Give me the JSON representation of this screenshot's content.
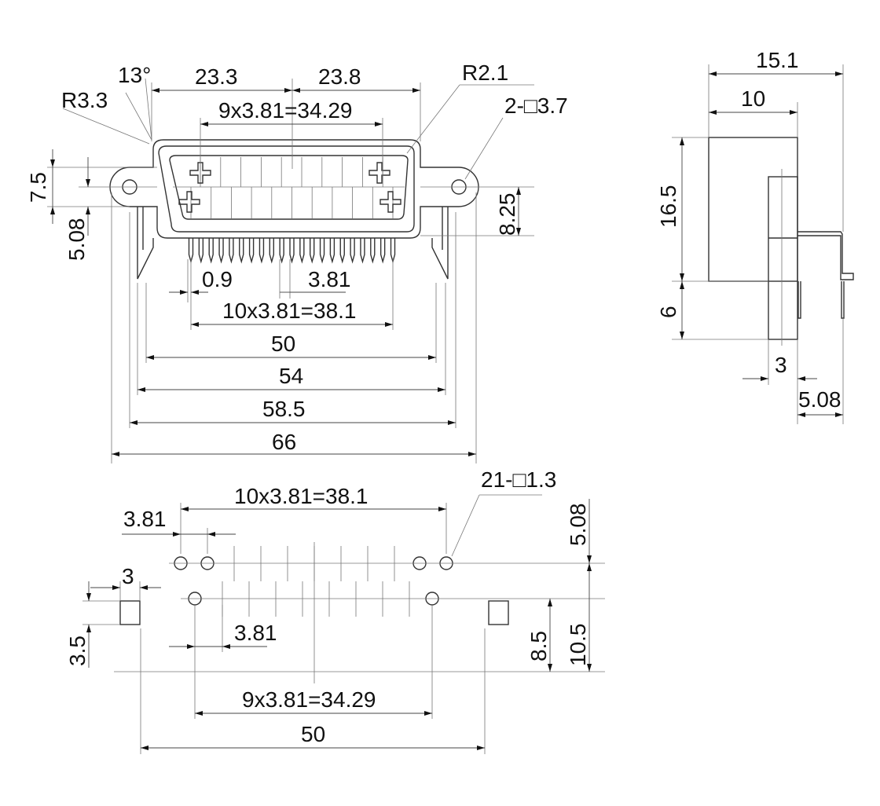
{
  "front_view": {
    "angle": "13°",
    "r_left": "R3.3",
    "r_right": "R2.1",
    "width_left": "23.3",
    "width_right": "23.8",
    "mount_hole": "2-□3.7",
    "pitch_top": "9x3.81=34.29",
    "height_flange": "7.5",
    "offset_left": "5.08",
    "height_right": "8.25",
    "pin_width": "0.9",
    "pin_pitch": "3.81",
    "pitch_bottom": "10x3.81=38.1",
    "w50": "50",
    "w54": "54",
    "w58": "58.5",
    "w66": "66"
  },
  "side_view": {
    "depth_total": "15.1",
    "depth_body": "10",
    "height_body": "16.5",
    "height_lower": "6",
    "plate_thickness": "3",
    "pin_offset": "5.08"
  },
  "footprint": {
    "pitch_top": "10x3.81=38.1",
    "pitch_left": "3.81",
    "hole_spec": "21-□1.3",
    "row_spacing": "5.08",
    "square_width": "3",
    "square_height": "3.5",
    "pitch_second": "3.81",
    "to_square": "8.5",
    "total_height": "10.5",
    "pitch_bottom": "9x3.81=34.29",
    "span": "50"
  }
}
